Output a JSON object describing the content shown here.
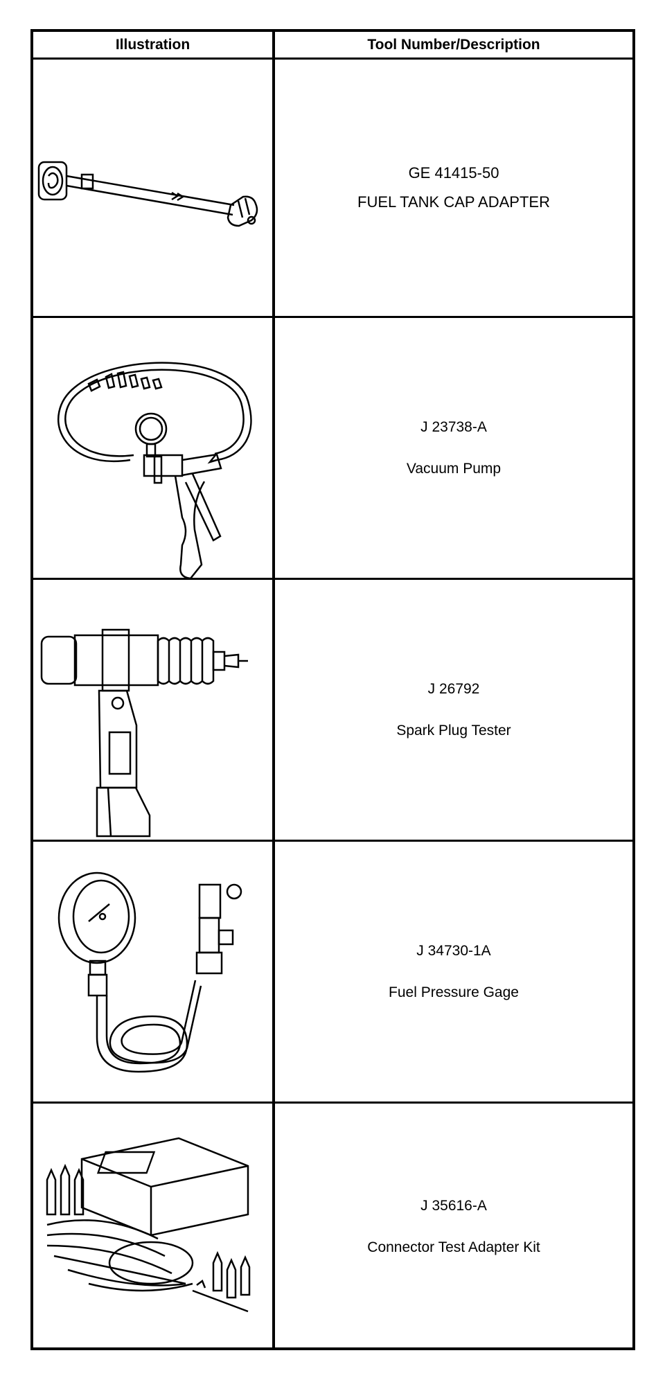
{
  "table": {
    "headers": {
      "illustration": "Illustration",
      "description": "Tool Number/Description"
    },
    "rows": [
      {
        "number": "GE 41415-50",
        "name": "FUEL TANK CAP ADAPTER",
        "icon": "fuel-tank-cap-adapter-illustration"
      },
      {
        "number": "J 23738-A",
        "name": "Vacuum Pump",
        "icon": "vacuum-pump-illustration"
      },
      {
        "number": "J 26792",
        "name": "Spark Plug Tester",
        "icon": "spark-plug-tester-illustration"
      },
      {
        "number": "J 34730-1A",
        "name": "Fuel Pressure Gage",
        "icon": "fuel-pressure-gage-illustration"
      },
      {
        "number": "J 35616-A",
        "name": "Connector Test Adapter Kit",
        "icon": "connector-test-adapter-kit-illustration"
      }
    ]
  }
}
